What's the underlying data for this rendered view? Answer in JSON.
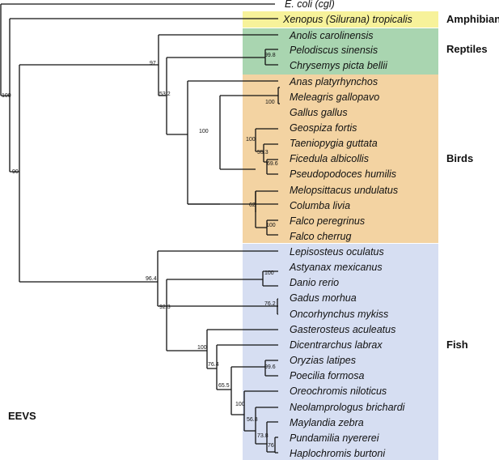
{
  "title": "EEVS",
  "taxa": [
    "E. coli (cgl)",
    "Xenopus (Silurana) tropicalis",
    "Anolis carolinensis",
    "Pelodiscus sinensis",
    "Chrysemys picta bellii",
    "Anas platyrhynchos",
    "Meleagris gallopavo",
    "Gallus gallus",
    "Geospiza fortis",
    "Taeniopygia guttata",
    "Ficedula albicollis",
    "Pseudopodoces humilis",
    "Melopsittacus undulatus",
    "Columba livia",
    "Falco peregrinus",
    "Falco cherrug",
    "Lepisosteus oculatus",
    "Astyanax mexicanus",
    "Danio rerio",
    "Gadus morhua",
    "Oncorhynchus mykiss",
    "Gasterosteus aculeatus",
    "Dicentrarchus labrax",
    "Oryzias latipes",
    "Poecilia formosa",
    "Oreochromis niloticus",
    "Neolamprologus brichardi",
    "Maylandia zebra",
    "Pundamilia nyererei",
    "Haplochromis burtoni"
  ],
  "groups": [
    {
      "name": "Amphibian",
      "color": "#f7f29a"
    },
    {
      "name": "Reptiles",
      "color": "#a9d5b0"
    },
    {
      "name": "Birds",
      "color": "#f3d3a2"
    },
    {
      "name": "Fish",
      "color": "#d6def2"
    }
  ],
  "support_values": {
    "root": "100",
    "tetrapods_fish": "90",
    "reptiles_birds": "97",
    "turtles": "99.8",
    "reptiles": "53.2",
    "birds": "100",
    "galliformes": "100",
    "passerines": "100",
    "taeniopygia_group": "55.3",
    "ficedula_group": "69.6",
    "parrot_dove_falcon": "62",
    "falcons": "100",
    "fish": "96.4",
    "teleosts": "92.3",
    "ostariophysi": "100",
    "gadus_oncorhynchus": "76.2",
    "percomorphs": "100",
    "dicentrarchus_group": "76.4",
    "atherinomorphs": "99.6",
    "oryzias_cichlids": "65.5",
    "cichlids": "100",
    "neolamprologus_group": "56.8",
    "maylandia_group": "73.8",
    "pundamilia_haplo": "76"
  }
}
